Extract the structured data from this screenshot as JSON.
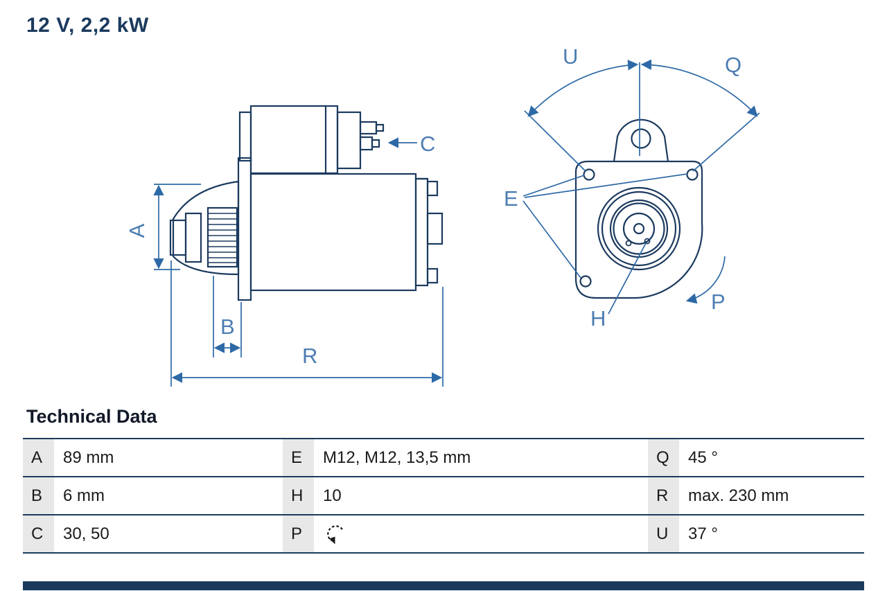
{
  "title": "12 V, 2,2 kW",
  "section": {
    "heading": "Technical Data"
  },
  "drawing": {
    "side_view_labels": {
      "A": "A",
      "B": "B",
      "C": "C",
      "R": "R"
    },
    "front_view_labels": {
      "U": "U",
      "Q": "Q",
      "E": "E",
      "H": "H",
      "P": "P"
    }
  },
  "table": {
    "rows": [
      [
        {
          "k": "A",
          "v": "89 mm"
        },
        {
          "k": "E",
          "v": "M12, M12, 13,5 mm"
        },
        {
          "k": "Q",
          "v": "45 °"
        }
      ],
      [
        {
          "k": "B",
          "v": "6 mm"
        },
        {
          "k": "H",
          "v": "10"
        },
        {
          "k": "R",
          "v": "max. 230 mm"
        }
      ],
      [
        {
          "k": "C",
          "v": "30, 50"
        },
        {
          "k": "P",
          "v": ""
        },
        {
          "k": "U",
          "v": "37 °"
        }
      ]
    ],
    "p_value_icon": "rotation-ccw-icon"
  },
  "colors": {
    "outline_navy": "#1b3a5e",
    "dimension_blue": "#2d69a6",
    "label_blue": "#4d7db2",
    "key_cell_gray": "#e8e8e8"
  }
}
